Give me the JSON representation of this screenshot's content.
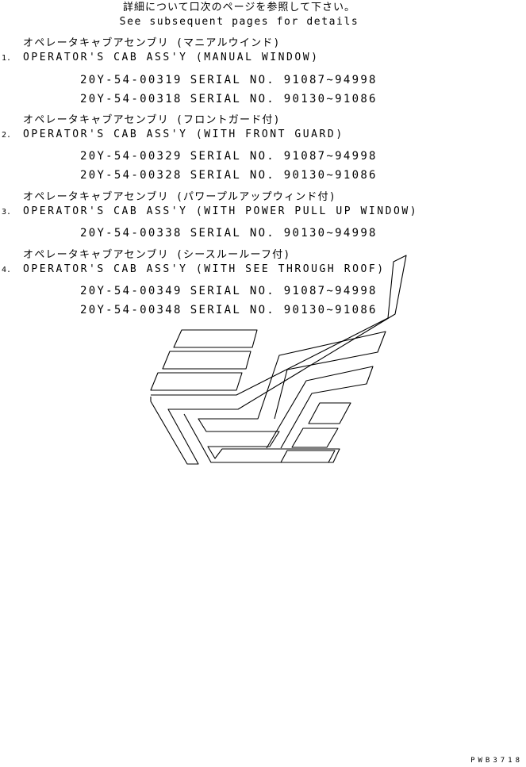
{
  "header": {
    "jp": "詳細について口次のページを参照して下さい。",
    "en": "See subsequent pages for details"
  },
  "items": [
    {
      "number": "1.",
      "jp": "オペレータキャブアセンブリ (マニアルウインド)",
      "en": "OPERATOR'S CAB ASS'Y (MANUAL WINDOW)",
      "parts": [
        {
          "part_no": "20Y-54-00319",
          "serial": "SERIAL NO. 91087~94998"
        },
        {
          "part_no": "20Y-54-00318",
          "serial": "SERIAL NO. 90130~91086"
        }
      ]
    },
    {
      "number": "2.",
      "jp": "オペレータキャブアセンブリ (フロントガード付)",
      "en": "OPERATOR'S CAB ASS'Y (WITH FRONT GUARD)",
      "parts": [
        {
          "part_no": "20Y-54-00329",
          "serial": "SERIAL NO. 91087~94998"
        },
        {
          "part_no": "20Y-54-00328",
          "serial": "SERIAL NO. 90130~91086"
        }
      ]
    },
    {
      "number": "3.",
      "jp": "オペレータキャブアセンブリ (パワープルアップウィンド付)",
      "en": "OPERATOR'S CAB ASS'Y (WITH POWER PULL UP WINDOW)",
      "parts": [
        {
          "part_no": "20Y-54-00338",
          "serial": "SERIAL NO. 90130~94998"
        }
      ]
    },
    {
      "number": "4.",
      "jp": "オペレータキャブアセンブリ (シースルールーフ付)",
      "en": "OPERATOR'S CAB ASS'Y (WITH SEE THROUGH ROOF)",
      "parts": [
        {
          "part_no": "20Y-54-00349",
          "serial": "SERIAL NO. 91087~94998"
        },
        {
          "part_no": "20Y-54-00348",
          "serial": "SERIAL NO. 90130~91086"
        }
      ]
    }
  ],
  "page_code": "PWB3718"
}
